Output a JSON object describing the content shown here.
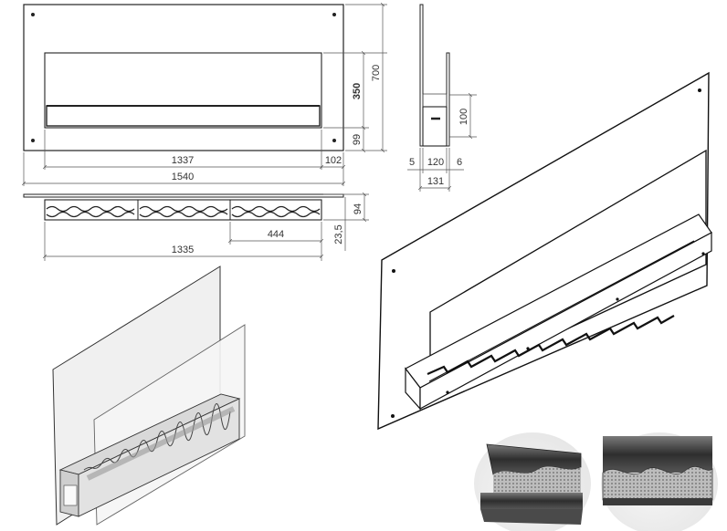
{
  "front_view": {
    "overall_width": "1540",
    "inner_width": "1337",
    "right_margin": "102",
    "total_height": "700",
    "opening_height": "350",
    "bottom_offset": "99"
  },
  "side_view": {
    "wall_offset": "5",
    "depth": "120",
    "glass_offset": "6",
    "total_depth": "131",
    "burner_height": "100"
  },
  "top_view": {
    "burner_length": "1335",
    "module_length": "444",
    "burner_depth": "94",
    "glass_gap": "23,5"
  },
  "colors": {
    "line": "#222222",
    "dimension": "#555555",
    "metal_dark": "#3a3a3a",
    "metal_light": "#cfcfcf"
  }
}
